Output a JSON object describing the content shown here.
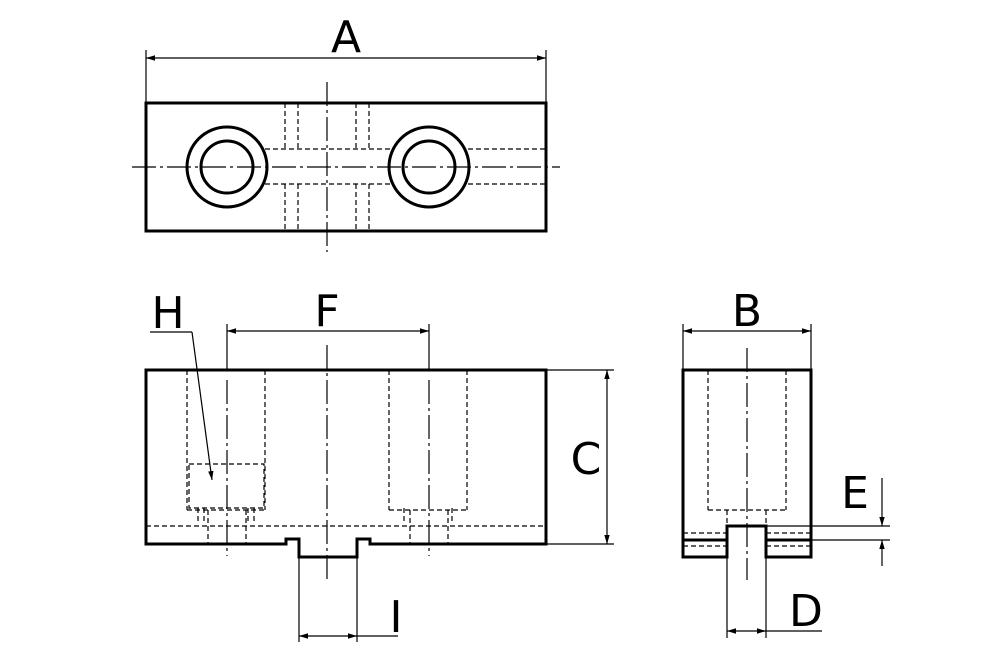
{
  "labels": {
    "A": "A",
    "B": "B",
    "C": "C",
    "D": "D",
    "E": "E",
    "F": "F",
    "H": "H",
    "I": "I"
  }
}
